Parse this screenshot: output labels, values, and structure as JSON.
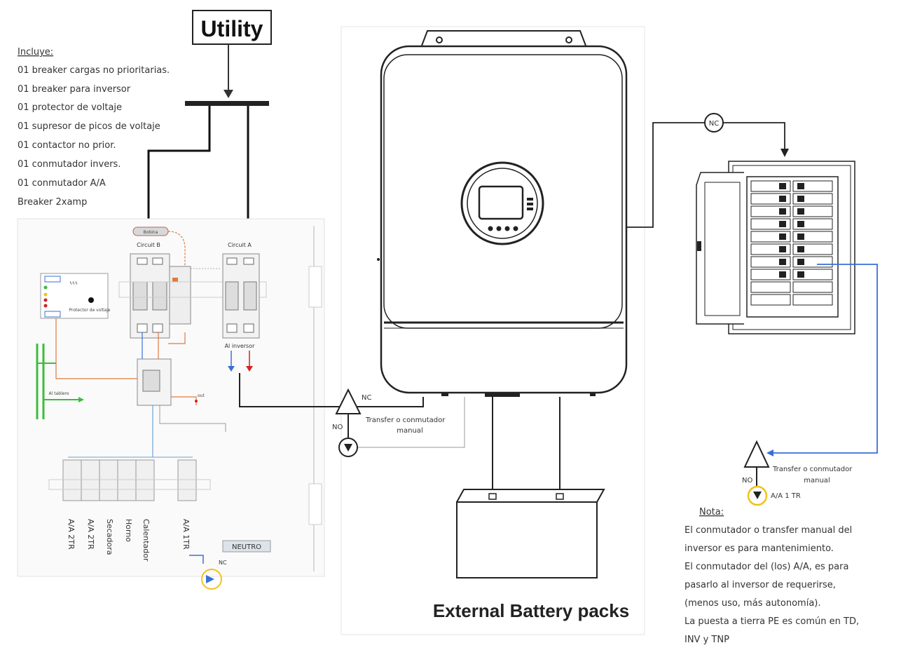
{
  "utility": {
    "title": "Utility"
  },
  "includes": {
    "heading": "Incluye:",
    "items": [
      "01 breaker cargas no prioritarias.",
      "01 breaker para inversor",
      "01 protector de voltaje",
      "01 supresor de picos de voltaje",
      "01 contactor no prior.",
      "01 conmutador invers.",
      "01 conmutador A/A",
      "Breaker 2xamp"
    ]
  },
  "panel": {
    "circuit_b": "Circuit B",
    "circuit_a": "Circuit A",
    "al_inversor": "Al inversor",
    "al_tablero": "Al tablero",
    "bobina": "Bobina",
    "protector": "Protector de voltaje",
    "neutro": "NEUTRO",
    "branches": [
      "A/A 2TR",
      "A/A 2TR",
      "Secadora",
      "Horno",
      "Calentador",
      "A/A 1TR"
    ],
    "nc": "NC"
  },
  "left_transfer": {
    "nc": "NC",
    "no": "NO",
    "label_line1": "Transfer o conmutador",
    "label_line2": "manual"
  },
  "right_transfer": {
    "nc": "NC",
    "no": "NO",
    "label_line1": "Transfer o conmutador",
    "label_line2": "manual",
    "aa_label": "A/A 1 TR"
  },
  "battery": {
    "label": "External Battery packs"
  },
  "note": {
    "heading": "Nota:",
    "lines": [
      "El conmutador o transfer manual del",
      "inversor es para mantenimiento.",
      "El conmutador del (los) A/A, es para",
      "pasarlo al inversor de requerirse,",
      "(menos uso, más autonomía).",
      "La puesta a tierra PE es común en TD,",
      "INV y TNP"
    ]
  },
  "colors": {
    "line": "#222222",
    "blue": "#3a6fd8",
    "orange": "#e07a3c",
    "green": "#3cbd3c",
    "red": "#d22222",
    "yellow": "#f2c21b"
  }
}
